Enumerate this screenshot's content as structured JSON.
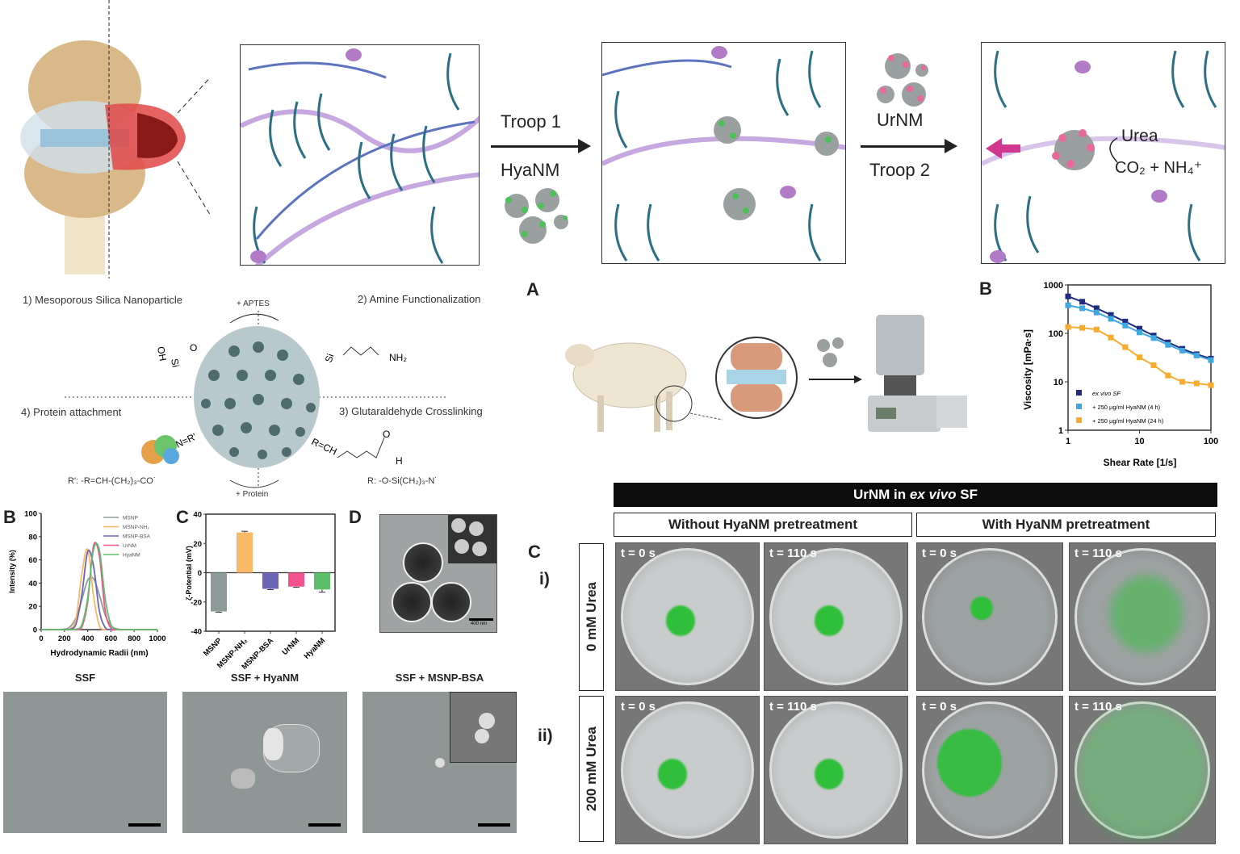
{
  "top": {
    "step1_label": "Troop 1",
    "step1_agent": "HyaNM",
    "step2_agent": "UrNM",
    "step2_label": "Troop 2",
    "reaction_substrate": "Urea",
    "reaction_products": "CO₂ + NH₄⁺"
  },
  "synthesis": {
    "step1": "1) Mesoporous Silica Nanoparticle",
    "step2": "2) Amine Functionalization",
    "step3": "3) Glutaraldehyde Crosslinking",
    "step4": "4) Protein attachment",
    "reagent_top": "+ APTES",
    "reagent_bottom": "+ Protein",
    "r_def": "R: -O-Si(CH₂)₃-N˙",
    "r_prime_def": "R': -R=CH-(CH₂)₃-CO˙",
    "group_oh": "OH",
    "group_nh2": "NH₂",
    "group_si": "Si",
    "group_rch": "R=CH",
    "group_nr": "N=R'",
    "group_o": "O",
    "group_h": "H"
  },
  "panel_labels": {
    "A": "A",
    "B_top": "B",
    "B_left": "B",
    "C_left": "C",
    "D_left": "D",
    "C_right": "C"
  },
  "colors": {
    "msnp": "#8d9c9b",
    "msnp_nh2": "#f8b866",
    "msnp_bsa": "#6b64b4",
    "urnm": "#f1528e",
    "hyanm": "#5cbd6a",
    "exvivo": "#1f2a80",
    "hya4h": "#3fa8e0",
    "hya24h": "#f7ac2e",
    "fluor": "#2fbf3a",
    "accent_arrow": "#d0378f"
  },
  "chart_data": [
    {
      "type": "line",
      "panel": "B",
      "xlabel": "Hydrodynamic Radii (nm)",
      "ylabel": "Intensity (%)",
      "xlim": [
        0,
        1000
      ],
      "ylim": [
        0,
        100
      ],
      "xticks": [
        "0",
        "200",
        "400",
        "600",
        "800",
        "1000"
      ],
      "yticks": [
        "0",
        "20",
        "40",
        "60",
        "80",
        "100"
      ],
      "legend": "top-right",
      "x": [
        0,
        100,
        200,
        250,
        300,
        350,
        400,
        450,
        500,
        550,
        600,
        650,
        700,
        800,
        1000
      ],
      "series": [
        {
          "name": "MSNP",
          "values": [
            0,
            0,
            0.4,
            2.6,
            10.3,
            26,
            42.5,
            44,
            30,
            12.8,
            3.5,
            0.6,
            0,
            0,
            0
          ]
        },
        {
          "name": "MSNP-NH₂",
          "values": [
            0,
            0,
            0,
            0.6,
            9.6,
            48,
            69,
            29,
            3.6,
            0.1,
            0,
            0,
            0,
            0,
            0
          ]
        },
        {
          "name": "MSNP-BSA",
          "values": [
            0,
            0,
            0,
            0.3,
            5,
            30,
            67,
            55,
            16.5,
            1.9,
            0.1,
            0,
            0,
            0,
            0
          ]
        },
        {
          "name": "UrNM",
          "values": [
            0,
            0,
            0,
            0,
            0.1,
            2.3,
            24,
            72,
            64,
            16.5,
            1.2,
            0,
            0,
            0,
            0
          ]
        },
        {
          "name": "HyaNM",
          "values": [
            0,
            0,
            0,
            0,
            0.3,
            4.3,
            27,
            68.7,
            68.7,
            27,
            4.3,
            0.3,
            0,
            0,
            0
          ]
        }
      ]
    },
    {
      "type": "bar",
      "panel": "C",
      "ylabel": "ζ-Potential (mV)",
      "ylim": [
        -40,
        40
      ],
      "yticks": [
        "40",
        "20",
        "0",
        "-20",
        "-40"
      ],
      "categories": [
        "MSNP",
        "MSNP-NH₂",
        "MSNP-BSA",
        "UrNM",
        "HyaNM"
      ],
      "values": [
        -26.5,
        27.5,
        -11,
        -9.5,
        -11.5
      ],
      "errors": [
        0.5,
        0.8,
        0.6,
        0.5,
        1.8
      ]
    },
    {
      "type": "line",
      "panel": "B",
      "xlabel": "Shear Rate [1/s]",
      "ylabel": "Viscosity [mPa·s]",
      "xscale": "log",
      "yscale": "log",
      "xlim": [
        1,
        100
      ],
      "ylim": [
        1,
        1000
      ],
      "xticks": [
        "1",
        "10",
        "100"
      ],
      "yticks": [
        "1000",
        "100",
        "10",
        "1"
      ],
      "legend": "bottom-left",
      "x": [
        1,
        1.58,
        2.51,
        3.98,
        6.31,
        10,
        15.8,
        25.1,
        39.8,
        63.1,
        100
      ],
      "series": [
        {
          "name": "ex vivo SF",
          "values": [
            580,
            450,
            330,
            240,
            175,
            125,
            90,
            65,
            48,
            37,
            30
          ]
        },
        {
          "name": "+ 250 µg/ml HyaNM (4 h)",
          "values": [
            380,
            330,
            270,
            200,
            145,
            105,
            80,
            58,
            44,
            35,
            28
          ]
        },
        {
          "name": "+ 250 µg/ml HyaNM (24 h)",
          "values": [
            135,
            130,
            120,
            82,
            52,
            32,
            22,
            13.5,
            10,
            9.3,
            8.5
          ]
        }
      ]
    }
  ],
  "tem": {
    "scale": "400 nm"
  },
  "sem": {
    "labels": [
      "SSF",
      "SSF + HyaNM",
      "SSF + MSNP-BSA"
    ]
  },
  "fluorescence": {
    "title_prefix": "UrNM in ",
    "title_italic": "ex vivo",
    "title_suffix": " SF",
    "col_groups": [
      "Without HyaNM pretreatment",
      "With HyaNM pretreatment"
    ],
    "rows": [
      {
        "roman": "i)",
        "label": "0 mM Urea"
      },
      {
        "roman": "ii)",
        "label": "200 mM Urea"
      }
    ],
    "times": [
      "t = 0 s",
      "t = 110 s",
      "t = 0 s",
      "t = 110 s"
    ]
  }
}
